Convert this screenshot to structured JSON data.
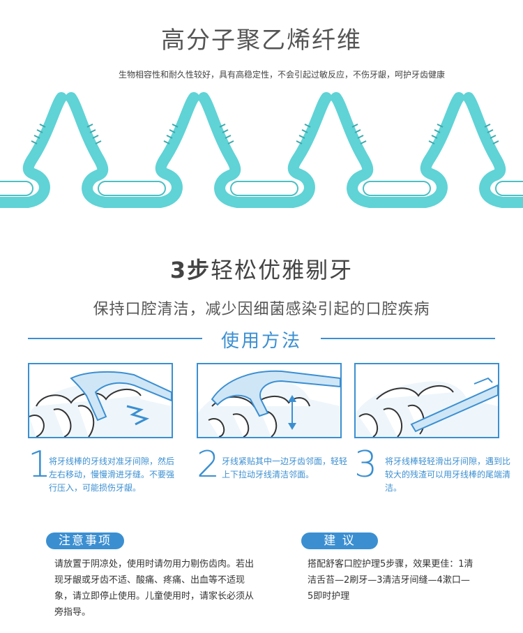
{
  "header": {
    "title": "高分子聚乙烯纤维",
    "subtitle": "生物相容性和耐久性较好，具有高稳定性，不会引起过敏反应，不伤牙龈，呵护牙齿健康"
  },
  "section2": {
    "title_prefix": "3步",
    "title_rest": "轻松优雅剔牙",
    "subtitle": "保持口腔清洁，减少因细菌感染引起的口腔疾病"
  },
  "usage": {
    "title": "使用方法",
    "steps": [
      {
        "number": "1",
        "text": "将牙线棒的牙线对准牙间隙，然后左右移动，慢慢滑进牙缝。不要强行压入，可能损伤牙龈。"
      },
      {
        "number": "2",
        "text": "牙线紧贴其中一边牙齿邻面，轻轻上下拉动牙线清洁邻面。"
      },
      {
        "number": "3",
        "text": "将牙线棒轻轻滑出牙间隙，遇到比较大的残渣可以用牙线棒的尾端清洁。"
      }
    ]
  },
  "notes": {
    "label": "注意事项",
    "text": "请放置于阴凉处，使用时请勿用力剔伤齿肉。若出现牙龈或牙齿不适、酸痛、疼痛、出血等不适现象，请立即停止使用。儿童使用时，请家长必须从旁指导。"
  },
  "advice": {
    "label": "建 议",
    "text": "搭配舒客口腔护理5步骤，效果更佳：1清洁舌苔—2刷牙—3清洁牙间缝—4漱口—5即时护理"
  },
  "colors": {
    "accent": "#3b8fd1",
    "flosser": "#5fd3d6"
  }
}
